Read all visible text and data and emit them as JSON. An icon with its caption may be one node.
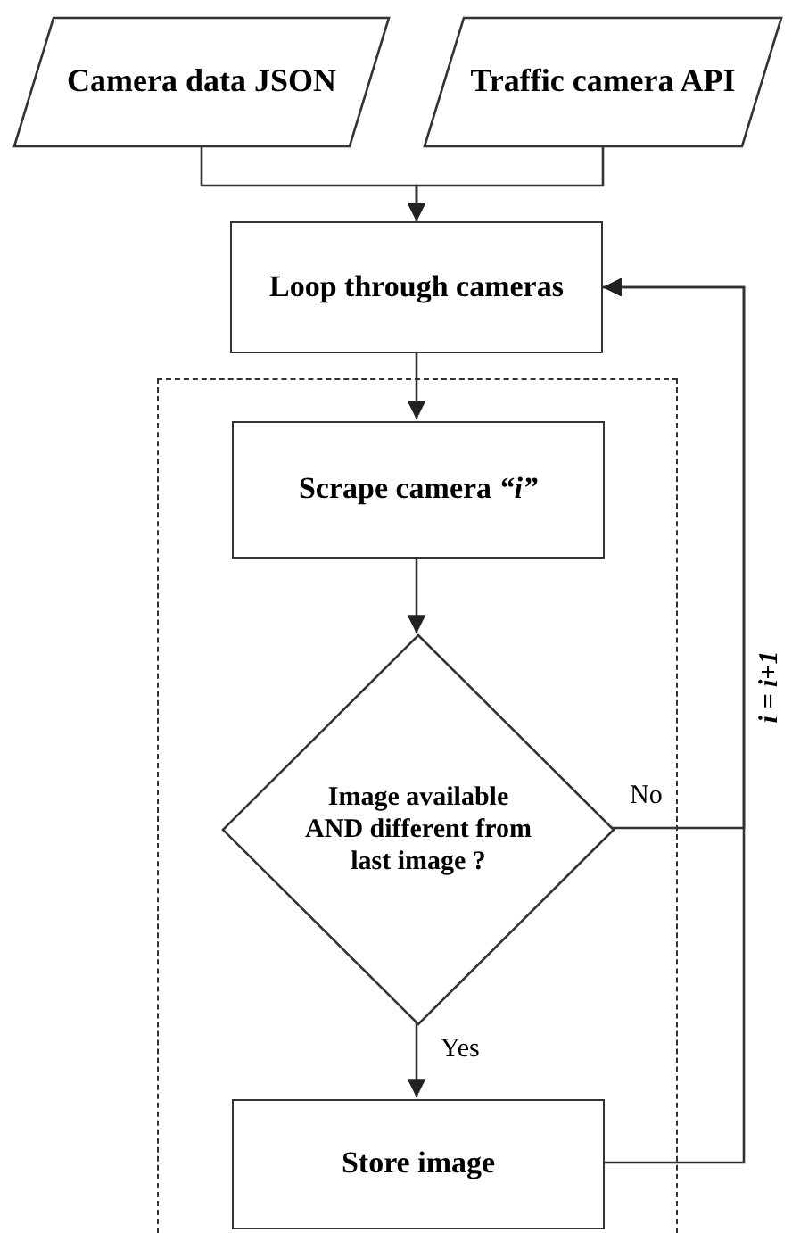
{
  "diagram": {
    "nodes": [
      {
        "text": [
          "Camera data JSON"
        ]
      },
      {
        "text": [
          "Traffic camera API"
        ]
      },
      {
        "text": [
          "Loop through cameras"
        ]
      },
      {
        "text": [],
        "shape": "box"
      },
      {
        "text": [
          "Scrape camera *“i”*"
        ],
        "in": 3
      },
      {
        "text": [
          "Image available AND different from last image ?"
        ],
        "in": 3
      },
      {
        "text": [
          "Store image"
        ],
        "in": 3
      }
    ],
    "edges": [
      {
        "from": 0,
        "to": 2,
        "arrow": "to"
      },
      {
        "from": 1,
        "to": 2,
        "arrow": "to"
      },
      {
        "from": 2,
        "to": 4,
        "arrow": "to"
      },
      {
        "from": 4,
        "to": 5,
        "arrow": "to"
      },
      {
        "from": 5,
        "to": 6,
        "arrow": "to",
        "label": "Yes"
      },
      {
        "from": 6,
        "to": 2,
        "arrow": "to"
      },
      {
        "from": 5,
        "to": 2,
        "arrow": "to",
        "label": "No"
      }
    ],
    "labels": [
      "i = i+1"
    ]
  }
}
